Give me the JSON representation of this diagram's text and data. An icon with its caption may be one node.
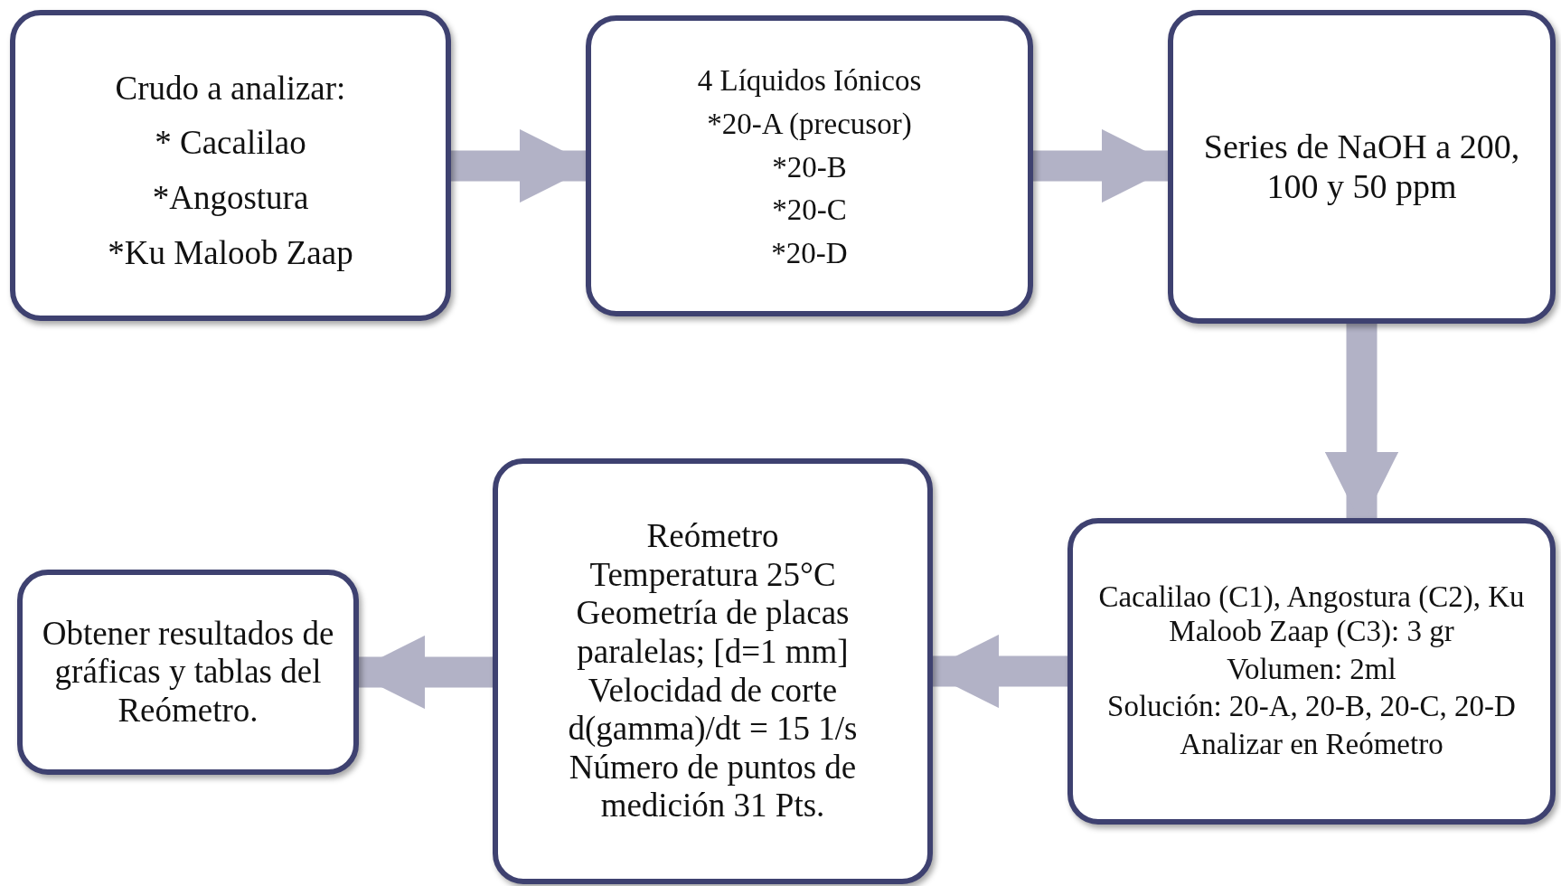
{
  "diagram": {
    "nodes": [
      {
        "text": [
          "Crudo a analizar:",
          "* Cacalilao",
          "*Angostura",
          "*Ku Maloob Zaap"
        ]
      },
      {
        "text": [
          "4 Líquidos Iónicos",
          "*20-A (precusor)",
          "*20-B",
          "*20-C",
          "*20-D"
        ]
      },
      {
        "text": [
          "Series de NaOH a 200, 100 y 50 ppm"
        ]
      },
      {
        "text": [
          "Cacalilao (C1), Angostura (C2), Ku Maloob Zaap (C3): 3 gr",
          "Volumen: 2ml",
          "Solución: 20-A, 20-B, 20-C, 20-D",
          "Analizar en Reómetro"
        ]
      },
      {
        "text": [
          "Reómetro",
          "Temperatura 25°C",
          "Geometría de placas paralelas; [d=1 mm]",
          "Velocidad de corte d(gamma)/dt = 15 1/s",
          "Número de puntos de medición 31 Pts."
        ]
      },
      {
        "text": [
          "Obtener resultados de gráficas y tablas del Reómetro."
        ]
      }
    ],
    "edges": [
      {
        "from": 0,
        "to": 1,
        "arrow": "to"
      },
      {
        "from": 1,
        "to": 2,
        "arrow": "to"
      },
      {
        "from": 2,
        "to": 3,
        "arrow": "to"
      },
      {
        "from": 3,
        "to": 4,
        "arrow": "to"
      },
      {
        "from": 4,
        "to": 5,
        "arrow": "to"
      }
    ]
  }
}
